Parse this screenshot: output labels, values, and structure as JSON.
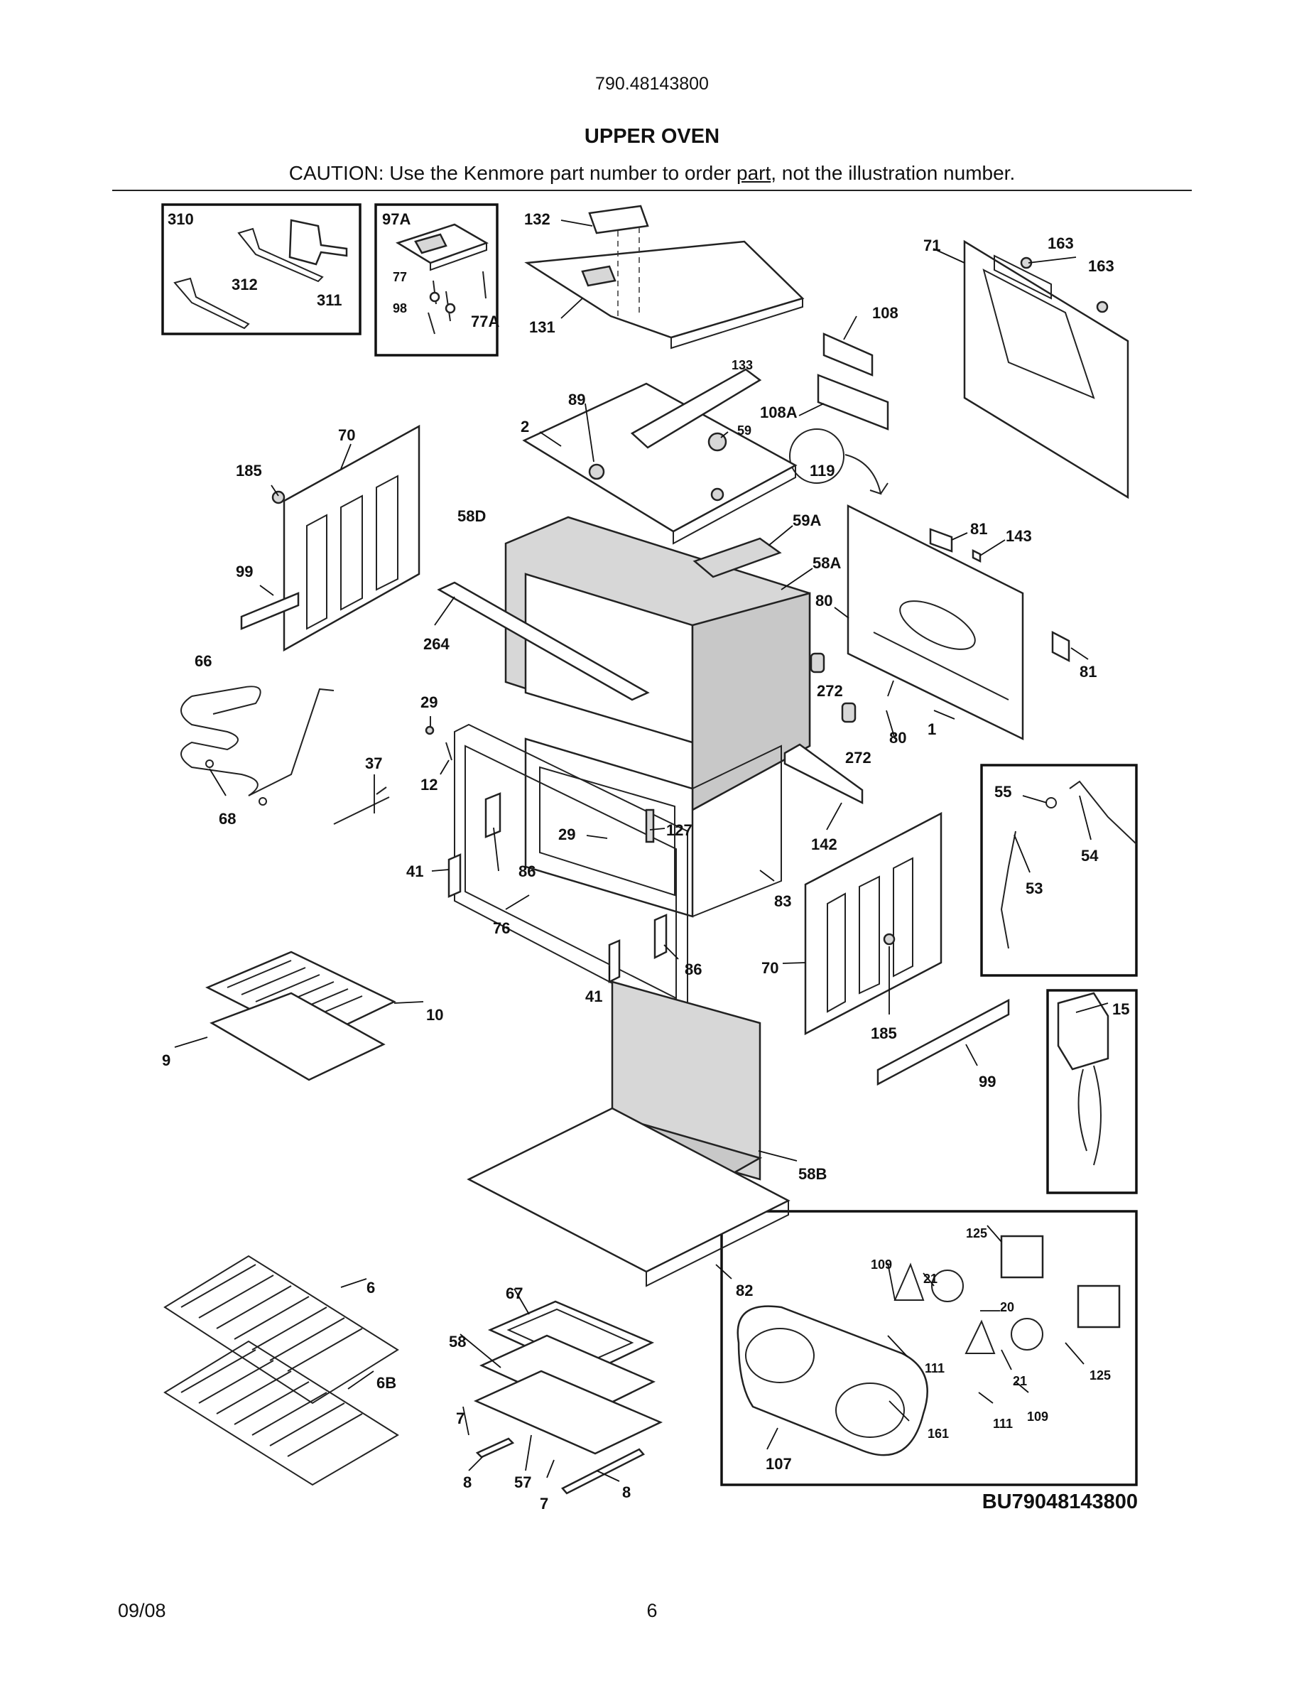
{
  "header": {
    "model_number": "790.48143800",
    "title": "UPPER OVEN",
    "caution_pre": "CAUTION: Use the Kenmore part number to order ",
    "caution_link": "part",
    "caution_post": ", not the illustration number."
  },
  "diagram_code": "BU79048143800",
  "footer": {
    "date": "09/08",
    "page": "6"
  },
  "callouts": [
    "310",
    "312",
    "311",
    "97A",
    "77",
    "98",
    "77A",
    "132",
    "131",
    "163",
    "163",
    "71",
    "108",
    "133",
    "108A",
    "89",
    "2",
    "59",
    "119",
    "70",
    "185",
    "99",
    "58D",
    "59A",
    "58A",
    "81",
    "143",
    "80",
    "81",
    "272",
    "272",
    "80",
    "1",
    "264",
    "66",
    "29",
    "12",
    "37",
    "68",
    "55",
    "54",
    "53",
    "142",
    "29",
    "127",
    "41",
    "86",
    "76",
    "83",
    "70",
    "185",
    "86",
    "41",
    "10",
    "9",
    "15",
    "99",
    "58B",
    "125",
    "109",
    "21",
    "20",
    "6",
    "67",
    "82",
    "58",
    "111",
    "21",
    "125",
    "6B",
    "7",
    "161",
    "111",
    "109",
    "107",
    "8",
    "57",
    "7",
    "8"
  ]
}
